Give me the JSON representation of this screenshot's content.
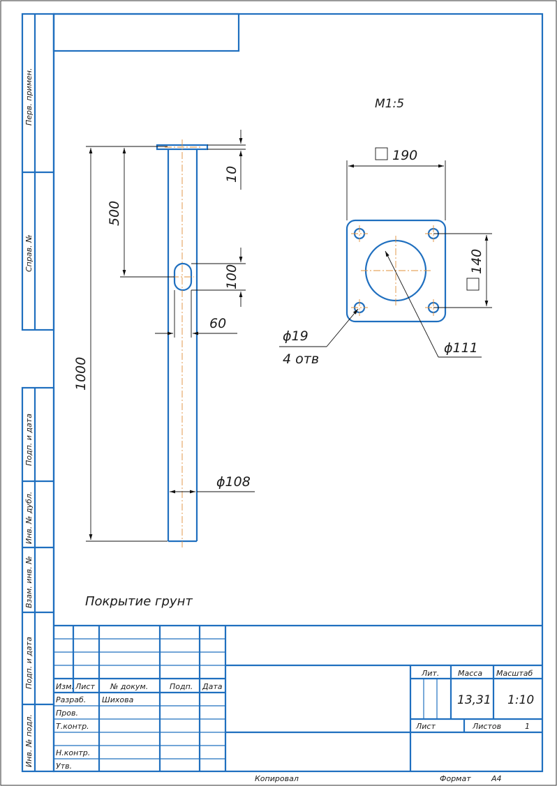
{
  "scale_note": "M1:5",
  "coating_note": "Покрытие грунт",
  "dimensions": {
    "flange_thickness": "10",
    "slot_position": "500",
    "slot_length": "100",
    "slot_width": "60",
    "total_length": "1000",
    "pipe_diameter": "ϕ108",
    "plate_width": "190",
    "hole_spacing": "140",
    "hole_diameter": "ϕ19",
    "hole_count": "4 отв",
    "center_hole_diameter": "ϕ111"
  },
  "side_labels": {
    "perv_primen": "Перв. примен.",
    "sprav": "Справ. №",
    "podp_data_1": "Подп. и дата",
    "inv_dubl": "Инв. № дубл.",
    "vzam_inv": "Взам. инв. №",
    "podp_data_2": "Подп. и дата",
    "inv_podl": "Инв. № подл."
  },
  "title_block": {
    "hdr_izm": "Изм.",
    "hdr_list": "Лист",
    "hdr_dokum": "№ докум.",
    "hdr_podp": "Подп.",
    "hdr_data": "Дата",
    "razrab": "Разраб.",
    "razrab_name": "Шихова",
    "prov": "Пров.",
    "tkontr": "Т.контр.",
    "nkontr": "Н.контр.",
    "utv": "Утв.",
    "lit": "Лит.",
    "massa": "Масса",
    "masshtab": "Масштаб",
    "massa_value": "13,31",
    "masshtab_value": "1:10",
    "list": "Лист",
    "listov": "Листов",
    "listov_value": "1"
  },
  "footer": {
    "kopiroval": "Копировал",
    "format_label": "Формат",
    "format_value": "А4"
  }
}
